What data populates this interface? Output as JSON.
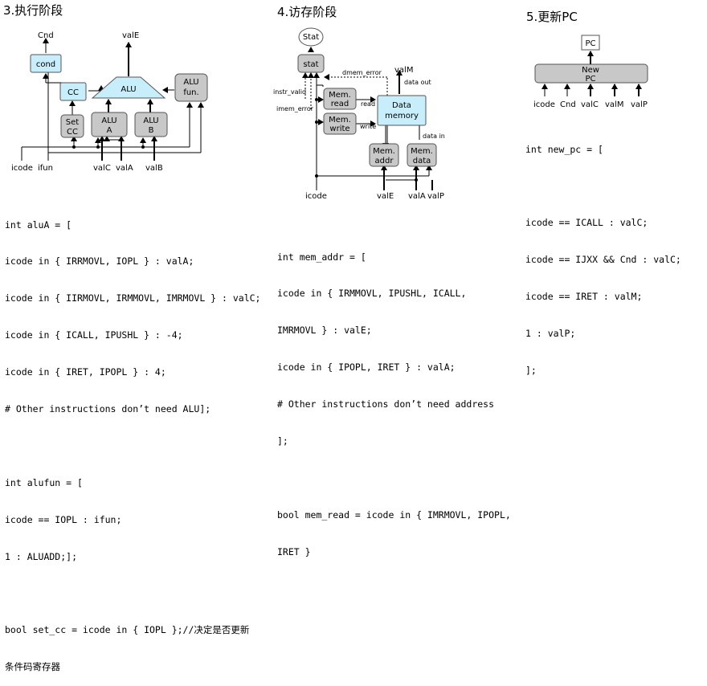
{
  "execute": {
    "heading": "3.执行阶段",
    "labels": {
      "cnd": "Cnd",
      "valE": "valE",
      "cond": "cond",
      "cc": "CC",
      "alu": "ALU",
      "alu_fun_1": "ALU",
      "alu_fun_2": "fun.",
      "set_cc_1": "Set",
      "set_cc_2": "CC",
      "alu_a_1": "ALU",
      "alu_a_2": "A",
      "alu_b_1": "ALU",
      "alu_b_2": "B",
      "icode": "icode",
      "ifun": "ifun",
      "valC": "valC",
      "valA": "valA",
      "valB": "valB"
    },
    "code": [
      "int aluA = [",
      "icode in { IRRMOVL, IOPL } : valA;",
      "icode in { IIRMOVL, IRMMOVL, IMRMOVL } : valC;",
      "icode in { ICALL, IPUSHL } : -4;",
      "icode in { IRET, IPOPL } : 4;",
      "# Other instructions don’t need ALU];",
      "",
      "int alufun = [",
      "icode == IOPL : ifun;",
      "1 : ALUADD;];",
      "",
      "bool set_cc = icode in { IOPL };//决定是否更新",
      "条件码寄存器"
    ]
  },
  "memory": {
    "heading": "4.访存阶段",
    "labels": {
      "stat_out": "Stat",
      "stat": "stat",
      "dmem_error": "dmem_error",
      "valM": "valM",
      "data_out": "data out",
      "instr_valid": "instr_valid",
      "imem_error": "imem_error",
      "mem_read_1": "Mem.",
      "mem_read_2": "read",
      "read": "read",
      "mem_write_1": "Mem.",
      "mem_write_2": "write",
      "write": "write",
      "data_memory_1": "Data",
      "data_memory_2": "memory",
      "data_in": "data in",
      "mem_addr_1": "Mem.",
      "mem_addr_2": "addr",
      "mem_data_1": "Mem.",
      "mem_data_2": "data",
      "icode": "icode",
      "valE": "valE",
      "valA": "valA",
      "valP": "valP"
    },
    "code": [
      "int mem_addr = [",
      "icode in { IRMMOVL, IPUSHL, ICALL,",
      "IMRMOVL } : valE;",
      "icode in { IPOPL, IRET } : valA;",
      "# Other instructions don’t need address",
      "];",
      "",
      "bool mem_read = icode in { IMRMOVL, IPOPL,",
      "IRET }"
    ]
  },
  "update_pc": {
    "heading": "5.更新PC",
    "labels": {
      "pc": "PC",
      "new_pc_1": "New",
      "new_pc_2": "PC",
      "icode": "icode",
      "cnd": "Cnd",
      "valC": "valC",
      "valM": "valM",
      "valP": "valP"
    },
    "code": [
      "int new_pc = [",
      "",
      "icode == ICALL : valC;",
      "icode == IJXX && Cnd : valC;",
      "icode == IRET : valM;",
      "1 : valP;",
      "];"
    ]
  },
  "colors": {
    "hcl_block_fill": "#c9eefb",
    "logic_block_fill": "#c8c8c8"
  }
}
